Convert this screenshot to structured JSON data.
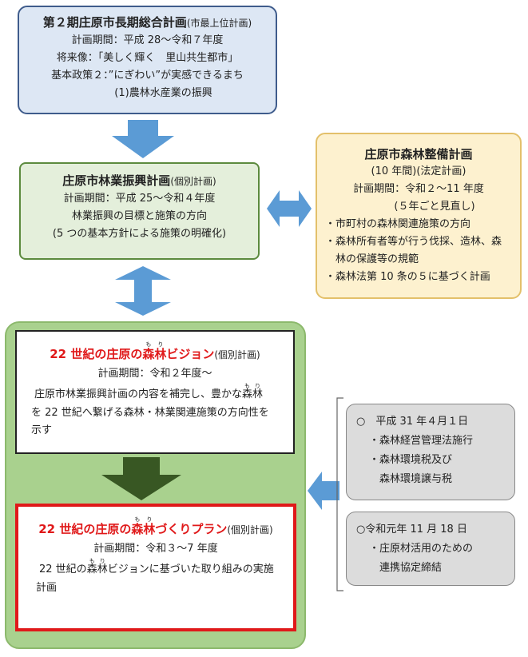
{
  "top_plan": {
    "title": "第２期庄原市長期総合計画",
    "title_note": "(市最上位計画)",
    "period": "計画期間：平成 28～令和７年度",
    "vision": "将来像：「美しく輝く　里山共生都市」",
    "policy": "基本政策２：”にぎわい”が実感できるまち",
    "item": "(1)農林水産業の振興"
  },
  "forest_promotion": {
    "title": "庄原市林業振興計画",
    "title_note": "(個別計画)",
    "period": "計画期間：平成 25～令和４年度",
    "line1": "林業振興の目標と施策の方向",
    "line2": "(5 つの基本方針による施策の明確化)"
  },
  "forest_maintenance": {
    "title": "庄原市森林整備計画",
    "note1": "(10 年間)(法定計画)",
    "period": "計画期間：令和２～11 年度",
    "note2": "(５年ごと見直し)",
    "bullets": [
      "・市町村の森林関連施策の方向",
      "・森林所有者等が行う伐採、造林、森",
      "　林の保護等の規範",
      "・森林法第 10 条の５に基づく計画"
    ]
  },
  "vision": {
    "title_prefix": "22 世紀の庄原の",
    "title_ruby": "森林",
    "title_ruby_reading": "もり",
    "title_suffix": "ビジョン",
    "title_note": "(個別計画)",
    "period": "計画期間：令和２年度～",
    "desc1_prefix": "庄原市林業振興計画の内容を補完し、豊かな",
    "desc_ruby": "森林",
    "desc_ruby_reading": "もり",
    "desc2": "を 22 世紀へ繋げる森林・林業関連施策の方向性を",
    "desc3": "示す"
  },
  "plan": {
    "title_prefix": "22 世紀の庄原の",
    "title_ruby": "森林",
    "title_ruby_reading": "もり",
    "title_suffix": "づくりプラン",
    "title_note": "(個別計画)",
    "period": "計画期間：令和３～7 年度",
    "desc1_prefix": "22 世紀の",
    "desc_ruby": "森林",
    "desc_ruby_reading": "もり",
    "desc1_suffix": "ビジョンに基づいた取り組みの実施",
    "desc2": "計画"
  },
  "events": [
    {
      "heading": "○　平成 31 年４月１日",
      "items": [
        "・森林経営管理法施行",
        "・森林環境税及び",
        "　森林環境譲与税"
      ]
    },
    {
      "heading": "○令和元年 11 月 18 日",
      "items": [
        "・庄原材活用のための",
        "　連携協定締結"
      ]
    }
  ],
  "colors": {
    "arrow_blue": "#5b9bd5",
    "arrow_dark_green": "#385723",
    "title_red": "#e0191a",
    "group_green": "#a9d18e"
  }
}
